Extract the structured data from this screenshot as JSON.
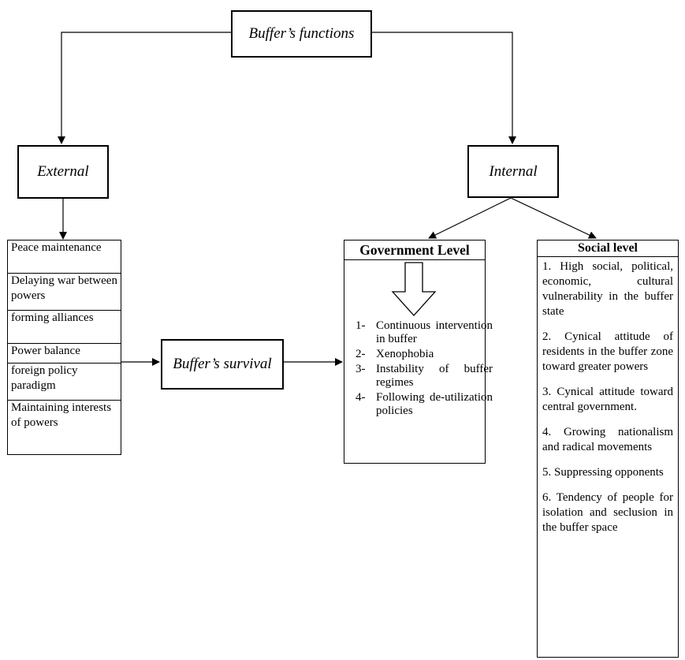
{
  "root": {
    "label": "Buffer’s functions"
  },
  "external": {
    "label": "External",
    "items": [
      "Peace maintenance",
      "Delaying war between powers",
      "forming alliances",
      "Power balance",
      "foreign policy paradigm",
      "Maintaining interests of powers"
    ]
  },
  "internal": {
    "label": "Internal"
  },
  "survival": {
    "label": "Buffer’s survival"
  },
  "government": {
    "title": "Government Level",
    "items": [
      {
        "num": "1-",
        "text": "Continuous intervention in buffer"
      },
      {
        "num": "2-",
        "text": "Xenophobia"
      },
      {
        "num": "3-",
        "text": "Instability of buffer regimes"
      },
      {
        "num": "4-",
        "text": "Following de-utilization policies"
      }
    ]
  },
  "social": {
    "title": "Social level",
    "items": [
      "1. High social, political, economic, cultural vulnerability in the buffer state",
      "2. Cynical attitude of residents in the buffer zone toward greater powers",
      "3. Cynical attitude toward central government.",
      "4. Growing nationalism and radical movements",
      "5. Suppressing opponents",
      "6. Tendency of people for isolation and seclusion in the buffer space"
    ]
  }
}
